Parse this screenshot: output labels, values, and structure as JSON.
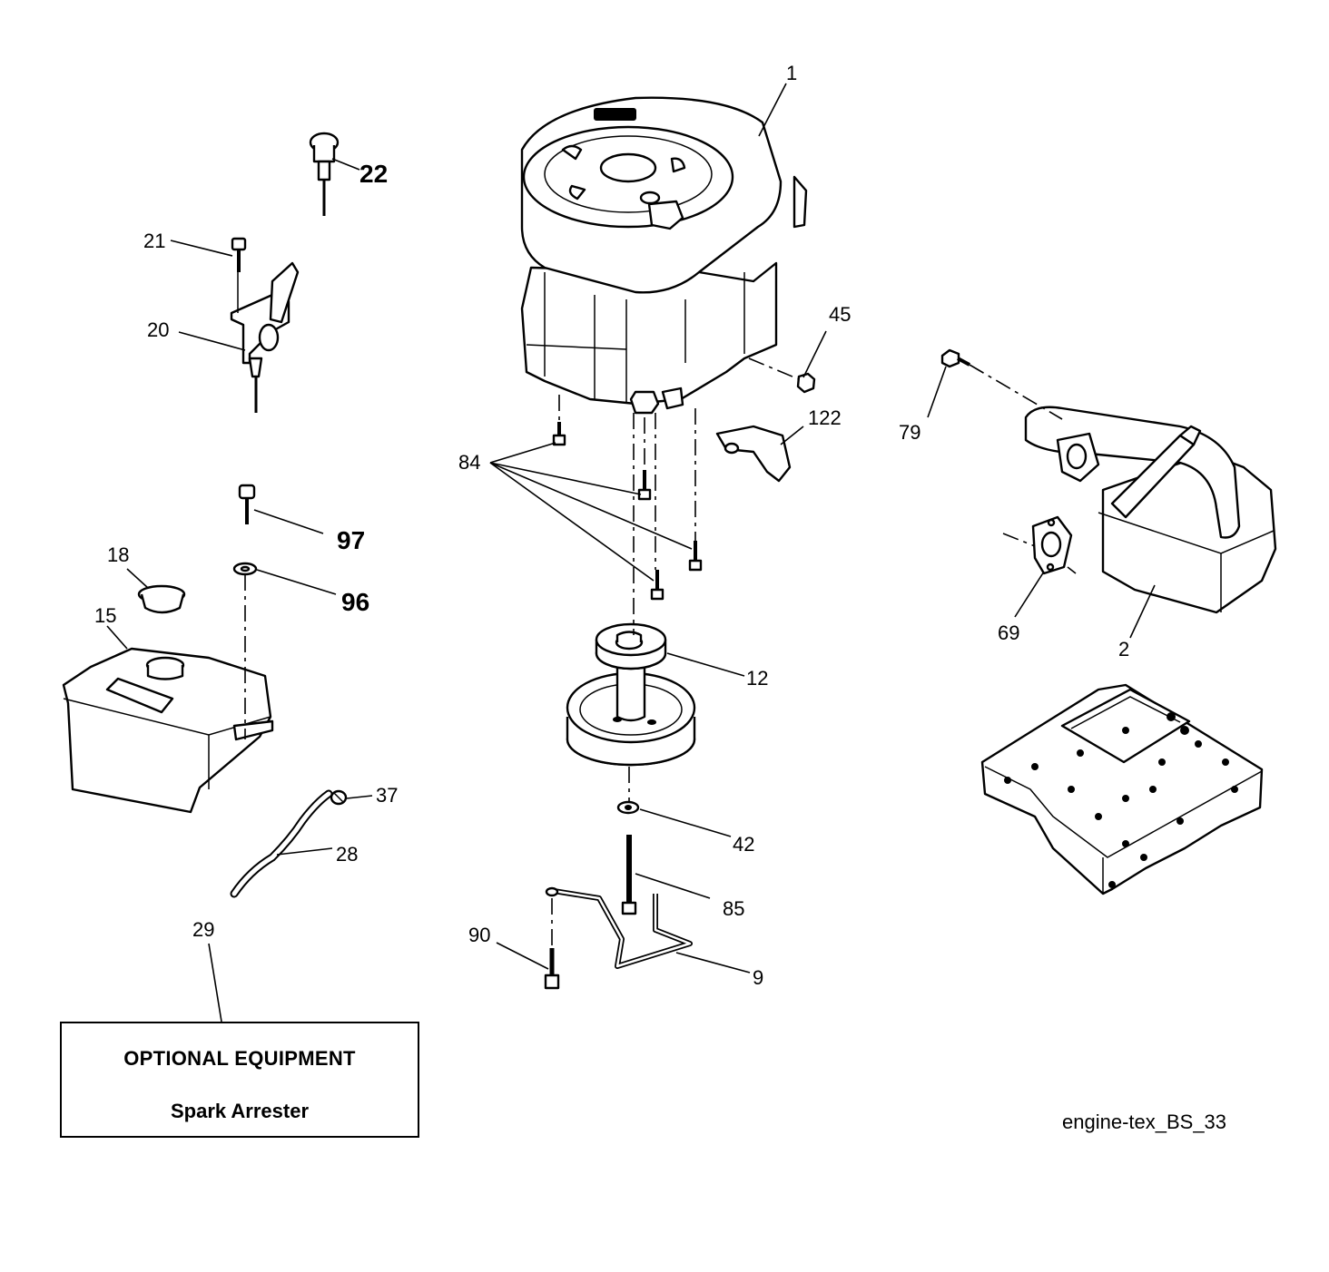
{
  "callouts": {
    "c1": "1",
    "c22": "22",
    "c21": "21",
    "c20": "20",
    "c45": "45",
    "c79": "79",
    "c122": "122",
    "c84": "84",
    "c97": "97",
    "c96": "96",
    "c18": "18",
    "c15": "15",
    "c12": "12",
    "c69": "69",
    "c2": "2",
    "c37": "37",
    "c28": "28",
    "c42": "42",
    "c85": "85",
    "c90": "90",
    "c9": "9",
    "c29": "29"
  },
  "optional_box": {
    "title": "OPTIONAL EQUIPMENT",
    "subtitle": "Spark Arrester"
  },
  "drawing_id": "engine-tex_BS_33"
}
